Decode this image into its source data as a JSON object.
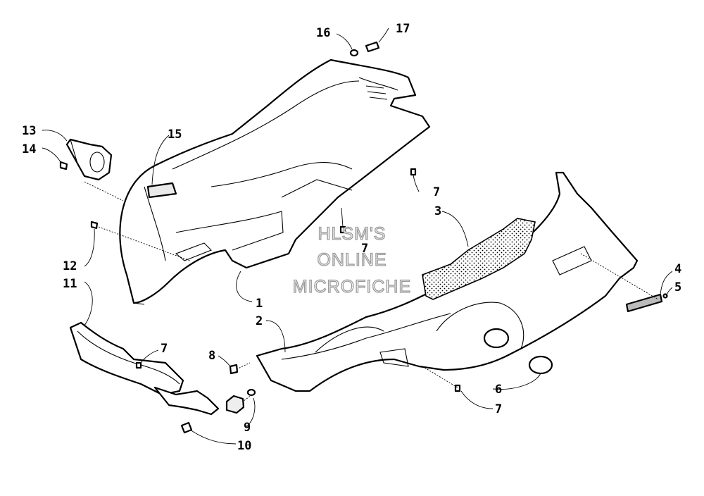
{
  "callouts": {
    "c1": "1",
    "c2": "2",
    "c3": "3",
    "c4": "4",
    "c5": "5",
    "c6": "6",
    "c7a": "7",
    "c7b": "7",
    "c7c": "7",
    "c7d": "7",
    "c8": "8",
    "c9": "9",
    "c10": "10",
    "c11": "11",
    "c12": "12",
    "c13": "13",
    "c14": "14",
    "c15": "15",
    "c16": "16",
    "c17": "17"
  },
  "watermark": {
    "line1": "HLSM'S",
    "line2": "ONLINE",
    "line3": "MICROFICHE"
  }
}
